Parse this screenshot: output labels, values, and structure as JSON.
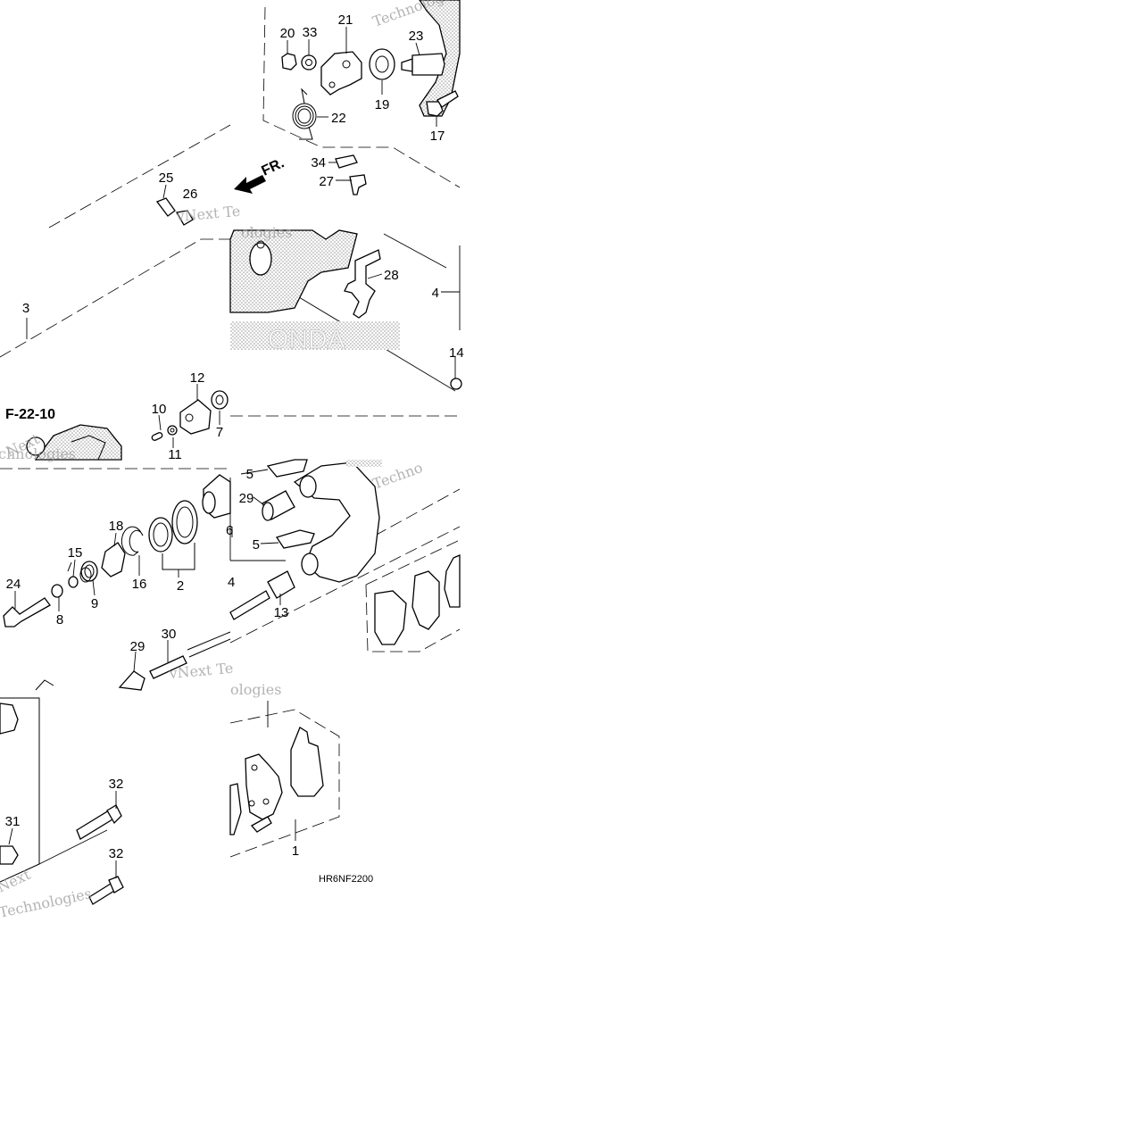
{
  "diagram": {
    "reference_label": "F-22-10",
    "direction_label": "FR.",
    "drawing_code": "HR6NF2200",
    "watermarks": [
      "Technologies",
      "vNext Technologies",
      "vNext Te",
      "Next",
      "chnologies",
      "Technologies",
      "vNext Te",
      "ologies",
      "Techno"
    ]
  },
  "callouts": [
    {
      "id": "c20",
      "label": "20"
    },
    {
      "id": "c33",
      "label": "33"
    },
    {
      "id": "c21",
      "label": "21"
    },
    {
      "id": "c23",
      "label": "23"
    },
    {
      "id": "c22",
      "label": "22"
    },
    {
      "id": "c19",
      "label": "19"
    },
    {
      "id": "c17",
      "label": "17"
    },
    {
      "id": "c34",
      "label": "34"
    },
    {
      "id": "c27",
      "label": "27"
    },
    {
      "id": "c25",
      "label": "25"
    },
    {
      "id": "c26",
      "label": "26"
    },
    {
      "id": "c28",
      "label": "28"
    },
    {
      "id": "c3",
      "label": "3"
    },
    {
      "id": "c4a",
      "label": "4"
    },
    {
      "id": "c14",
      "label": "14"
    },
    {
      "id": "c12",
      "label": "12"
    },
    {
      "id": "c10",
      "label": "10"
    },
    {
      "id": "c7",
      "label": "7"
    },
    {
      "id": "c11",
      "label": "11"
    },
    {
      "id": "c5a",
      "label": "5"
    },
    {
      "id": "c29a",
      "label": "29"
    },
    {
      "id": "c5b",
      "label": "5"
    },
    {
      "id": "c18",
      "label": "18"
    },
    {
      "id": "c15",
      "label": "15"
    },
    {
      "id": "c24",
      "label": "24"
    },
    {
      "id": "c16",
      "label": "16"
    },
    {
      "id": "c2",
      "label": "2"
    },
    {
      "id": "c9",
      "label": "9"
    },
    {
      "id": "c8",
      "label": "8"
    },
    {
      "id": "c4b",
      "label": "4"
    },
    {
      "id": "c13",
      "label": "13"
    },
    {
      "id": "c29b",
      "label": "29"
    },
    {
      "id": "c30",
      "label": "30"
    },
    {
      "id": "c6",
      "label": "6"
    },
    {
      "id": "c32a",
      "label": "32"
    },
    {
      "id": "c31",
      "label": "31"
    },
    {
      "id": "c32b",
      "label": "32"
    },
    {
      "id": "c1",
      "label": "1"
    }
  ]
}
